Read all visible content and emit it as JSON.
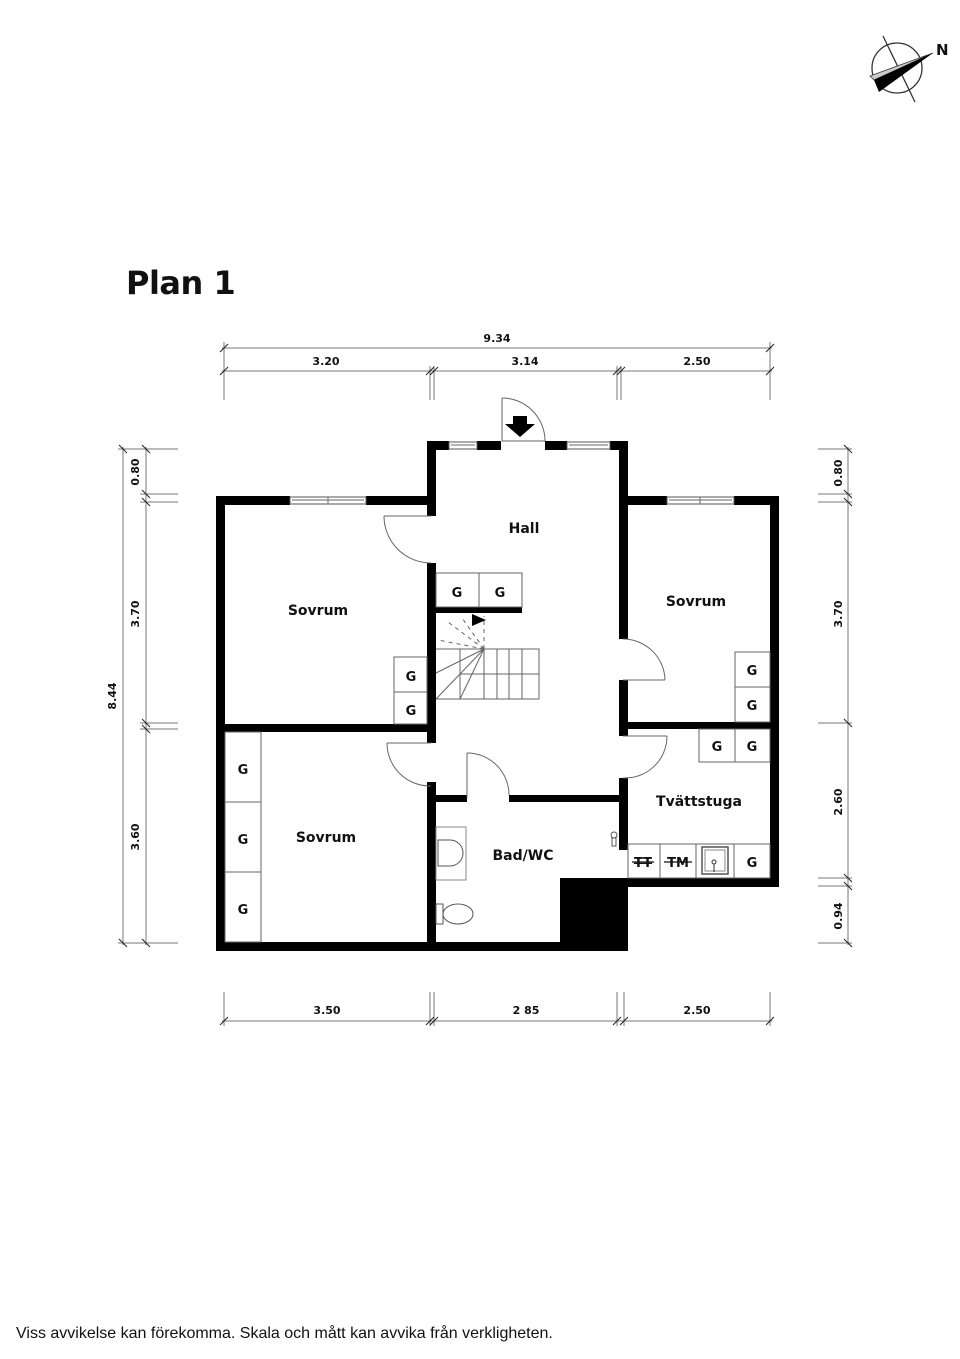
{
  "plan": {
    "title": "Plan 1",
    "north_label": "N",
    "compass_icon": "north-arrow-compass",
    "entrance_icon": "entrance-arrow-down"
  },
  "dimensions": {
    "top_total": "9.34",
    "top_segments": [
      "3.20",
      "3.14",
      "2.50"
    ],
    "bottom_segments": [
      "3.50",
      "2 85",
      "2.50"
    ],
    "left_total": "8.44",
    "left_segments": [
      "0.80",
      "3.70",
      "3.60"
    ],
    "right_segments": [
      "0.80",
      "3.70",
      "2.60",
      "0.94"
    ]
  },
  "rooms": {
    "hall": "Hall",
    "sovrum_left_top": "Sovrum",
    "sovrum_left_bottom": "Sovrum",
    "sovrum_right": "Sovrum",
    "bad_wc": "Bad/WC",
    "tvattstuga": "Tvättstuga"
  },
  "storage": {
    "label": "G",
    "hall_closets": [
      "G",
      "G"
    ],
    "sovrum_left_top_closets": [
      "G",
      "G"
    ],
    "sovrum_left_bottom_closets": [
      "G",
      "G",
      "G"
    ],
    "sovrum_right_closets": [
      "G",
      "G"
    ],
    "tvattstuga_closets_top": [
      "G",
      "G"
    ],
    "tvattstuga_closet_bottom": "G"
  },
  "appliances": {
    "tumble_dryer": "TT",
    "washing_machine": "TM"
  },
  "footer": {
    "disclaimer": "Viss avvikelse kan förekomma. Skala och mått kan avvika från verkligheten."
  }
}
